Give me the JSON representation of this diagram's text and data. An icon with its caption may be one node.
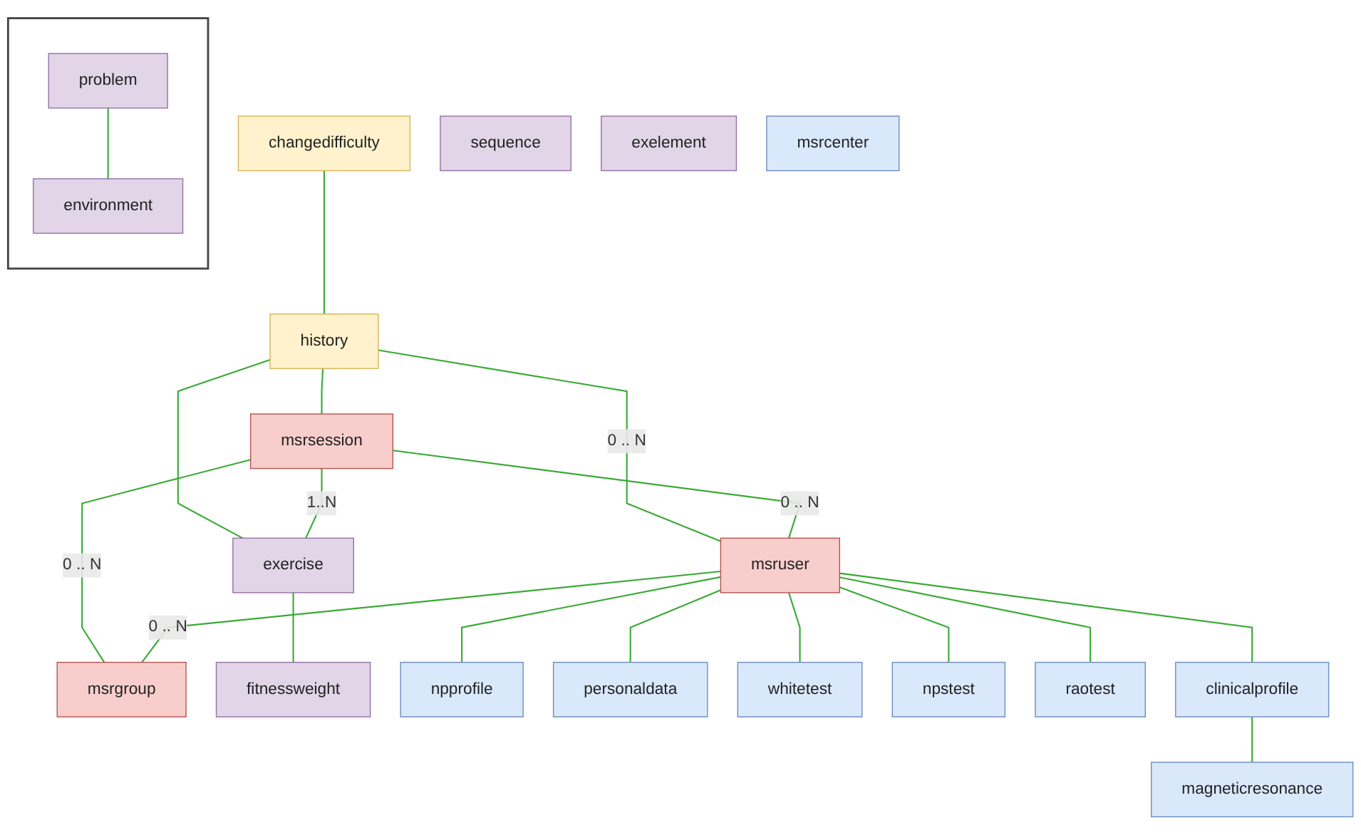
{
  "diagram": {
    "nodes": [
      {
        "text": [
          "changedifficulty"
        ]
      },
      {
        "text": [
          "history"
        ]
      },
      {
        "text": [
          "sequence"
        ]
      },
      {
        "text": [
          "msrsession"
        ]
      },
      {
        "text": [
          "exelement"
        ]
      },
      {
        "text": [
          "exercise"
        ]
      },
      {
        "text": [
          "msruser"
        ]
      },
      {
        "text": [
          "msrgroup"
        ]
      },
      {
        "text": [],
        "shape": "box"
      },
      {
        "text": [
          "problem"
        ],
        "in": 8
      },
      {
        "text": [
          "environment"
        ],
        "in": 8
      },
      {
        "text": [
          "fitnessweight"
        ]
      },
      {
        "text": [
          "npprofile"
        ]
      },
      {
        "text": [
          "personaldata"
        ]
      },
      {
        "text": [
          "whitetest"
        ]
      },
      {
        "text": [
          "npstest"
        ]
      },
      {
        "text": [
          "raotest"
        ]
      },
      {
        "text": [
          "msrcenter"
        ]
      },
      {
        "text": [
          "clinicalprofile"
        ]
      },
      {
        "text": [
          "magneticresonance"
        ]
      }
    ],
    "edges": [
      {
        "from": 0,
        "to": 1,
        "arrow": "none"
      },
      {
        "from": 1,
        "to": 5,
        "arrow": "none"
      },
      {
        "from": 1,
        "to": 6,
        "arrow": "none",
        "label": "0 .. N"
      },
      {
        "from": 1,
        "to": 3,
        "arrow": "none"
      },
      {
        "from": 3,
        "to": 5,
        "arrow": "none",
        "label": "1..N"
      },
      {
        "from": 3,
        "to": 6,
        "arrow": "none",
        "label": "0 .. N"
      },
      {
        "from": 3,
        "to": 7,
        "arrow": "none",
        "label": "0 .. N"
      },
      {
        "from": 6,
        "to": 7,
        "arrow": "none",
        "label": "0 .. N"
      },
      {
        "from": 5,
        "to": 11,
        "arrow": "none"
      },
      {
        "from": 9,
        "to": 10,
        "arrow": "none"
      },
      {
        "from": 6,
        "to": 12,
        "arrow": "none"
      },
      {
        "from": 6,
        "to": 16,
        "arrow": "none"
      },
      {
        "from": 6,
        "to": 15,
        "arrow": "none"
      },
      {
        "from": 6,
        "to": 13,
        "arrow": "none"
      },
      {
        "from": 6,
        "to": 14,
        "arrow": "none"
      },
      {
        "from": 6,
        "to": 18,
        "arrow": "none"
      },
      {
        "from": 18,
        "to": 19,
        "arrow": "none"
      }
    ]
  }
}
